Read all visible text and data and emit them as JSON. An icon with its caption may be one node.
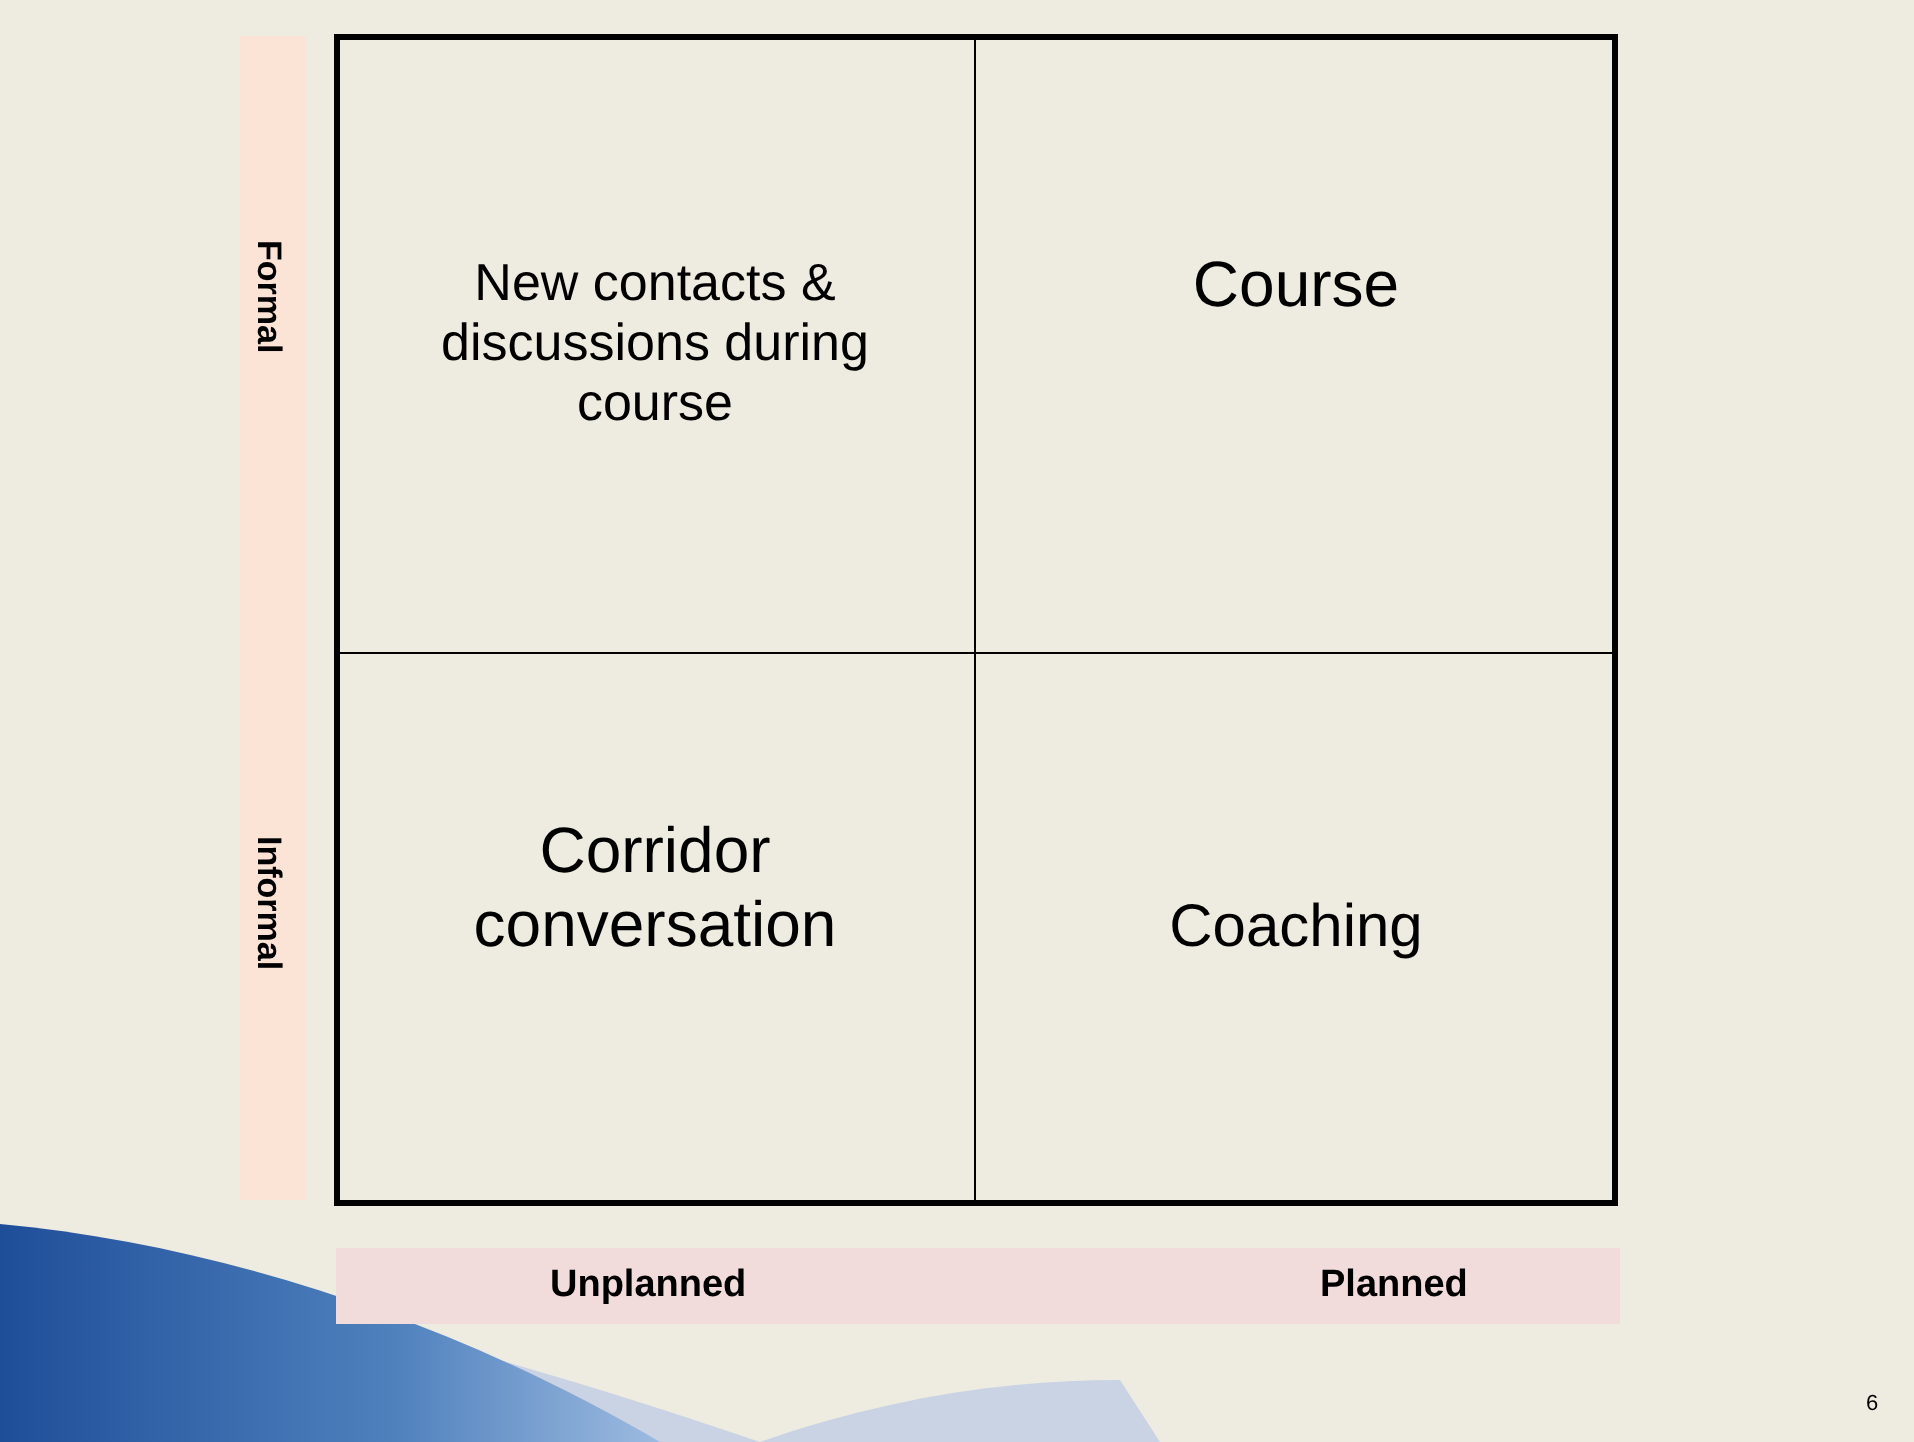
{
  "diagram": {
    "nodes": [
      {
        "text": [
          "New contacts & discussions during course"
        ]
      },
      {
        "text": [
          "Course"
        ]
      },
      {
        "text": [
          "Corridor conversation"
        ]
      },
      {
        "text": [
          "Coaching"
        ]
      }
    ],
    "labels": [
      "Formal",
      "Informal",
      "Unplanned",
      "Planned",
      "6"
    ]
  }
}
